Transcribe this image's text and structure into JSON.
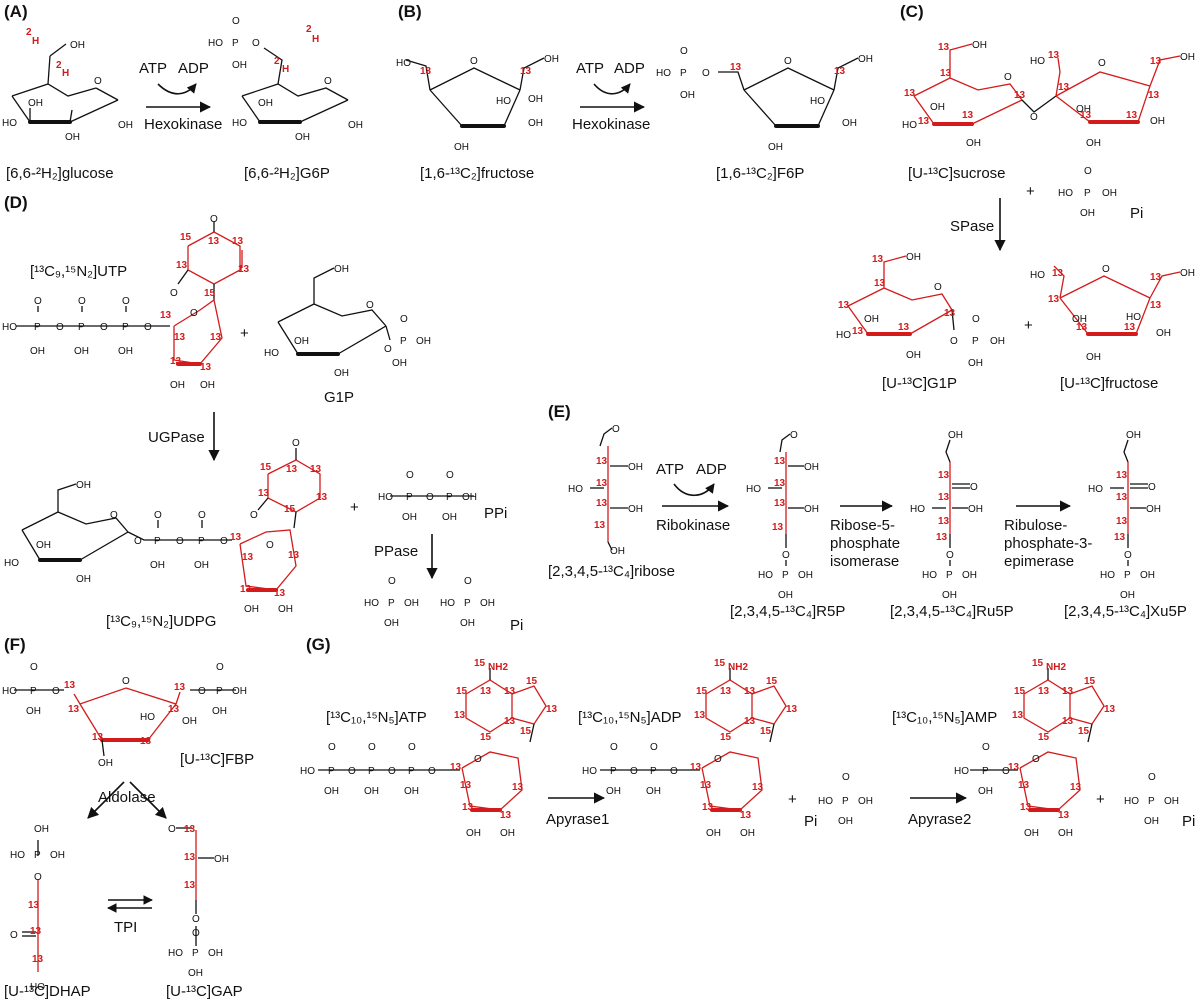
{
  "panels": [
    "(A)",
    "(B)",
    "(C)",
    "(D)",
    "(E)",
    "(F)",
    "(G)"
  ],
  "enzymes": {
    "hexokinase_a": "Hexokinase",
    "hexokinase_b": "Hexokinase",
    "spase": "SPase",
    "ugpase": "UGPase",
    "ppase": "PPase",
    "ribokinase": "Ribokinase",
    "rpi_1": "Ribose-5-",
    "rpi_2": "phosphate",
    "rpi_3": "isomerase",
    "rpe_1": "Ribulose-",
    "rpe_2": "phosphate-3-",
    "rpe_3": "epimerase",
    "aldolase": "Aldolase",
    "tpi": "TPI",
    "apyrase1": "Apyrase1",
    "apyrase2": "Apyrase2"
  },
  "cofactors": {
    "atp": "ATP",
    "adp": "ADP",
    "pi": "Pi",
    "ppi": "PPi",
    "plus": "+"
  },
  "labels": {
    "a_sub": "[6,6-²H₂]glucose",
    "a_prod": "[6,6-²H₂]G6P",
    "b_sub": "[1,6-¹³C₂]fructose",
    "b_prod": "[1,6-¹³C₂]F6P",
    "c_sub": "[U-¹³C]sucrose",
    "c_prod1": "[U-¹³C]G1P",
    "c_prod2": "[U-¹³C]fructose",
    "d_sub": "[¹³C₉,¹⁵N₂]UTP",
    "d_g1p": "G1P",
    "d_prod": "[¹³C₉,¹⁵N₂]UDPG",
    "e_sub": "[2,3,4,5-¹³C₄]ribose",
    "e_r5p": "[2,3,4,5-¹³C₄]R5P",
    "e_ru5p": "[2,3,4,5-¹³C₄]Ru5P",
    "e_xu5p": "[2,3,4,5-¹³C₄]Xu5P",
    "f_sub": "[U-¹³C]FBP",
    "f_dhap": "[U-¹³C]DHAP",
    "f_gap": "[U-¹³C]GAP",
    "g_atp": "[¹³C₁₀,¹⁵N₅]ATP",
    "g_adp": "[¹³C₁₀,¹⁵N₅]ADP",
    "g_amp": "[¹³C₁₀,¹⁵N₅]AMP"
  },
  "atoms": {
    "c13": "13",
    "n15": "15",
    "h2": "2",
    "c": "C",
    "n": "N",
    "h": "H",
    "oh": "OH",
    "ho": "HO",
    "o": "O",
    "p": "P",
    "nh2": "NH2"
  }
}
